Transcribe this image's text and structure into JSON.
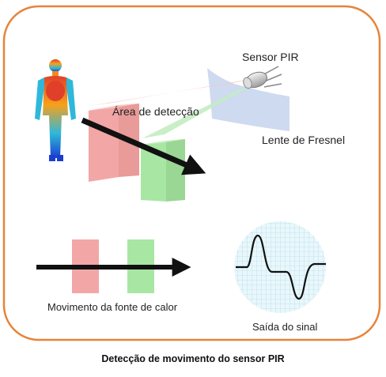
{
  "labels": {
    "sensor": "Sensor PIR",
    "detection_area": "Área de detecção",
    "lens": "Lente de Fresnel",
    "movement": "Movimento da fonte de calor",
    "output": "Saída do sinal"
  },
  "caption": "Detecção de movimento do sensor PIR",
  "colors": {
    "frame_border": "#e6843a",
    "zone_red": "#f3a6a6",
    "zone_green": "#a8e6a3",
    "lens": "#c9d6ee",
    "grid": "#bfe6f0",
    "arrow": "#111111"
  },
  "icons": [
    "human-thermal-figure-icon",
    "pir-sensor-icon",
    "fresnel-lens-icon"
  ]
}
